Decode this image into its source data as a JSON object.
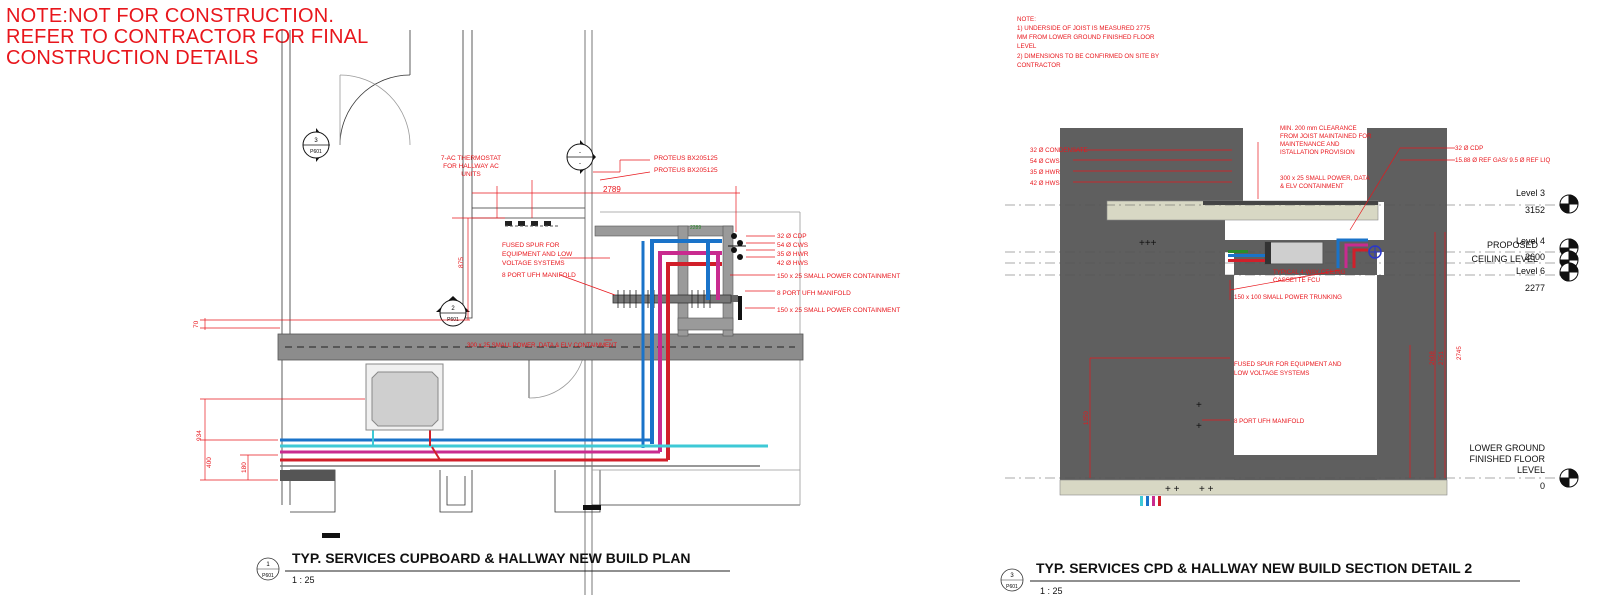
{
  "warning": {
    "line1": "NOTE:NOT FOR CONSTRUCTION.",
    "line2": "REFER TO CONTRACTOR FOR FINAL",
    "line3": "CONSTRUCTION DETAILS"
  },
  "plan": {
    "title": "TYP. SERVICES CUPBOARD  & HALLWAY NEW BUILD  PLAN",
    "scale": "1 : 25",
    "view_number": "1",
    "sheet_ref": "P601",
    "section_marker_3": {
      "number": "3",
      "sheet": "P601"
    },
    "section_marker_2": {
      "number": "2",
      "sheet": "P601"
    },
    "section_marker_dash": {
      "number": "-",
      "sheet": "-"
    },
    "labels": {
      "thermostat_1": "7-AC THERMOSTAT",
      "thermostat_2": "FOR HALLWAY AC",
      "thermostat_3": "UNITS",
      "proteus_1": "PROTEUS BX205125",
      "proteus_2": "PROTEUS BX205125",
      "spur_1": "FUSED SPUR FOR",
      "spur_2": "EQUIPMENT AND LOW",
      "spur_3": "VOLTAGE SYSTEMS",
      "manifold_left": "8 PORT UFH MANIFOLD",
      "cdp": "32 Ø CDP",
      "cws": "54 Ø CWS",
      "hwr": "35 Ø HWR",
      "hws": "42 Ø HWS",
      "containment_1": "150 x 25 SMALL POWER CONTAINMENT",
      "manifold_right": "8 PORT UFH MANIFOLD",
      "containment_2": "150 x 25 SMALL POWER CONTAINMENT",
      "containment_main": "300 x 25 SMALL POWER, DATA & ELV CONTAINMENT"
    },
    "dimensions": {
      "width_top": "2789",
      "d875": "875",
      "d70": "70",
      "d934": "934",
      "d400": "400",
      "d180": "180"
    }
  },
  "section": {
    "title": "TYP. SERVICES CPD & HALLWAY NEW BUILD  SECTION DETAIL 2",
    "scale": "1 : 25",
    "view_number": "3",
    "sheet_ref": "P601",
    "note": {
      "n1": "NOTE:",
      "n2": "1) UNDERSIDE OF JOIST IS MEASURED  2775",
      "n3": "MM FROM LOWER GROUND FINISHED FLOOR",
      "n4": "LEVEL",
      "n5": "2) DIMENSIONS TO BE CONFIRMED ON SITE BY",
      "n6": "CONTRACTOR"
    },
    "labels": {
      "clearance_1": "MIN. 200 mm CLEARANCE",
      "clearance_2": "FROM JOIST MAINTAINED FOR",
      "clearance_3": "MAINTENANCE AND",
      "clearance_4": "ISTALLATION PROVISION",
      "condensate": "32 Ø CONDENSATE",
      "cws": "54 Ø CWS",
      "hwr": "35 Ø HWR",
      "hws": "42 Ø HWS",
      "cdp": "32 Ø CDP",
      "ref": "15.88 Ø REF GAS/ 9.5 Ø REF LIQ",
      "containment_1": "300 x 25 SMALL POWER, DATA",
      "containment_2": "& ELV CONTAINMENT",
      "fcu_1": "TYPICAL 4-WAY CEILING",
      "fcu_2": "CASSETTE FCU",
      "trunking": "150 x 100 SMALL POWER TRUNKING",
      "spur_1": "FUSED SPUR FOR EQUIPMENT AND",
      "spur_2": "LOW VOLTAGE SYSTEMS",
      "manifold": "8 PORT UFH MANIFOLD"
    },
    "levels": {
      "level3_name": "Level 3",
      "level3_value": "3152",
      "level4_name": "Level 4",
      "level4_value": "2600",
      "proposed_1": "PROPOSED",
      "proposed_2": "CEILING LEVEL",
      "level6_name": "Level 6",
      "level6_value": "2277",
      "lg_1": "LOWER GROUND",
      "lg_2": "FINISHED  FLOOR",
      "lg_3": "LEVEL",
      "lg_value": "0"
    },
    "dimensions": {
      "d1350": "1350",
      "d2608": "2608",
      "d2751": "2751",
      "d2745": "2745"
    }
  },
  "colors": {
    "annotation_red": "#e8161c",
    "wall_grey": "#5f5f5f",
    "containment_grey": "#8c8c8c",
    "cws_blue": "#1a73c9",
    "hws_red": "#d11f2a",
    "hwr_magenta": "#c92b8f",
    "condensate_cyan": "#3ec9d6"
  }
}
